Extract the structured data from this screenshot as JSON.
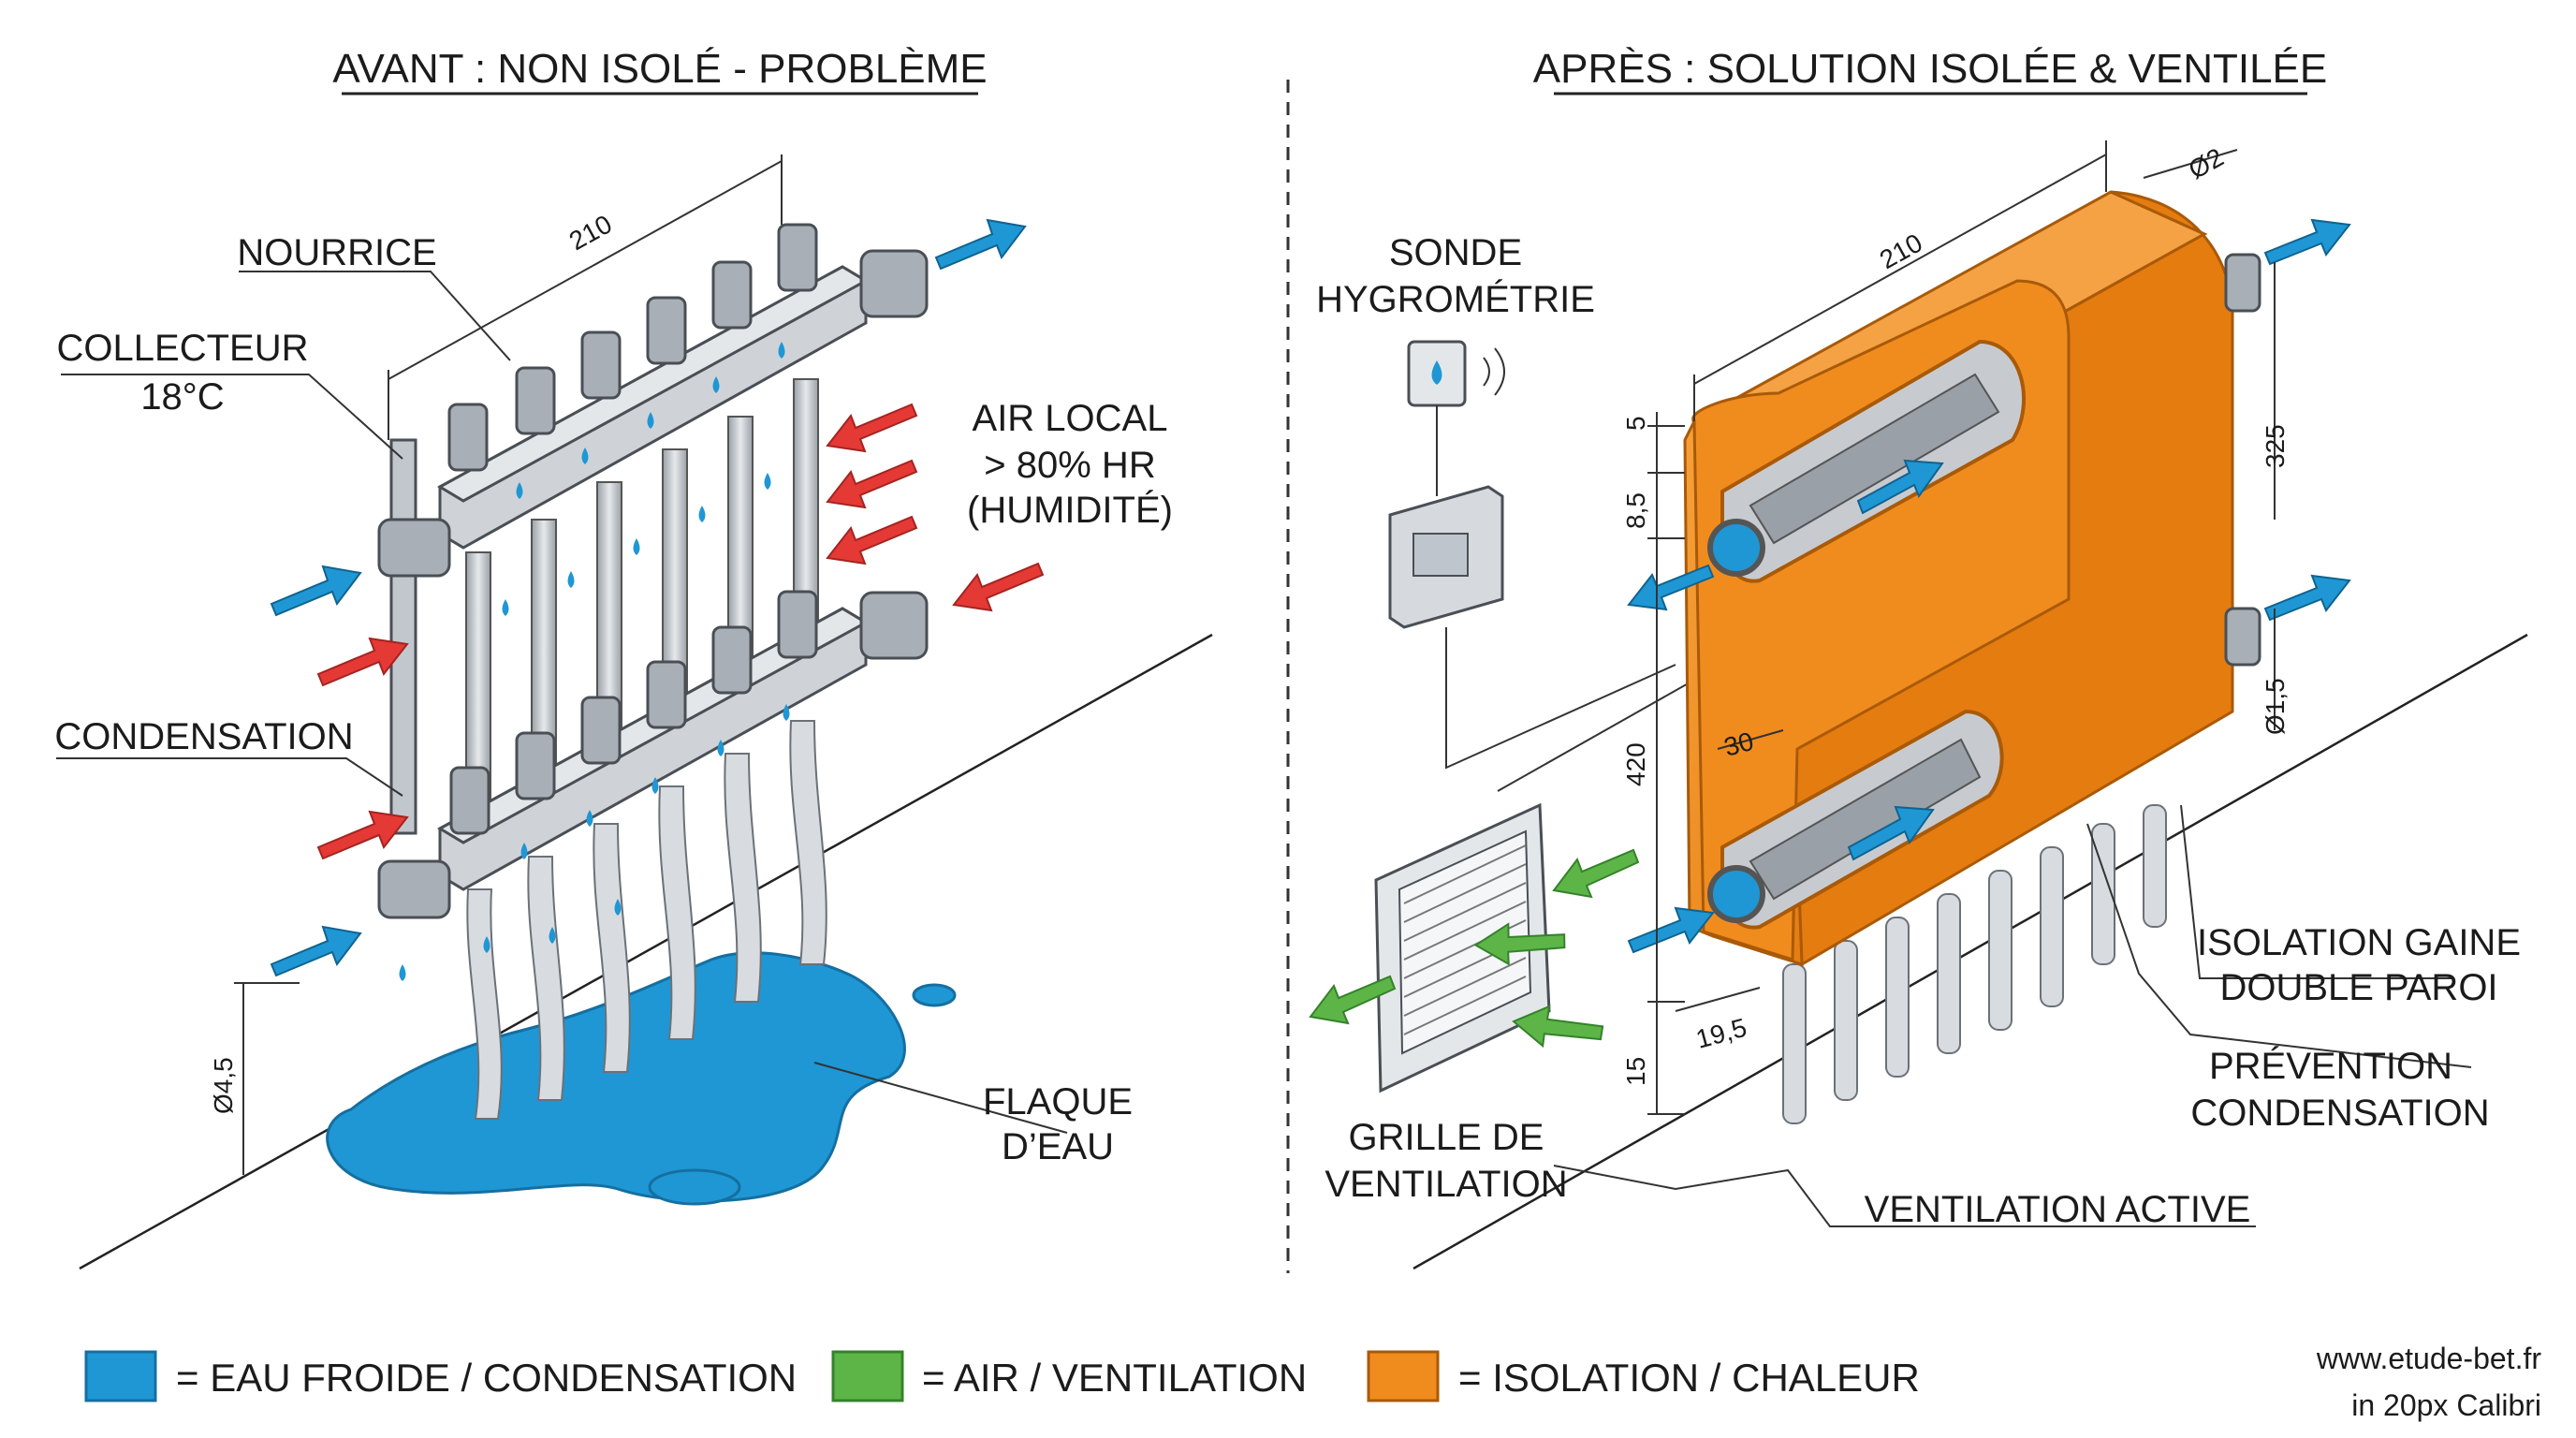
{
  "left_panel": {
    "title": "AVANT : NON ISOLÉ - PROBLÈME",
    "labels": {
      "nourrice": "NOURRICE",
      "collecteur_1": "COLLECTEUR",
      "collecteur_2": "18°C",
      "air_local_1": "AIR LOCAL",
      "air_local_2": "> 80% HR",
      "air_local_3": "(HUMIDITÉ)",
      "condensation": "CONDENSATION",
      "flaque_1": "FLAQUE",
      "flaque_2": "D’EAU"
    },
    "dimensions": {
      "length": "210",
      "diameter": "Ø4,5"
    }
  },
  "right_panel": {
    "title": "APRÈS : SOLUTION ISOLÉE & VENTILÉE",
    "labels": {
      "sonde_1": "SONDE",
      "sonde_2": "HYGROMÉTRIE",
      "grille_1": "GRILLE DE",
      "grille_2": "VENTILATION",
      "ventilation_active": "VENTILATION ACTIVE",
      "isolation_1": "ISOLATION GAINE",
      "isolation_2": "DOUBLE PAROI",
      "prevention_1": "PRÉVENTION",
      "prevention_2": "CONDENSATION"
    },
    "dimensions": {
      "length": "210",
      "d_top": "Ø2",
      "h_325": "325",
      "d_side": "Ø1,5",
      "v5": "5",
      "v85": "8,5",
      "v420": "420",
      "v30": "30",
      "v195": "19,5",
      "v15": "15"
    }
  },
  "legend": [
    {
      "label": "= EAU FROIDE / CONDENSATION",
      "color": "#1f97d4"
    },
    {
      "label": "= AIR / VENTILATION",
      "color": "#5db548"
    },
    {
      "label": "= ISOLATION / CHALEUR",
      "color": "#f08c1e"
    }
  ],
  "credit": {
    "line1": "www.etude-bet.fr",
    "line2": "in 20px Calibri"
  },
  "colors": {
    "water": "#1f97d4",
    "air": "#5db548",
    "warm": "#e53935",
    "insulation": "#f08c1e"
  }
}
